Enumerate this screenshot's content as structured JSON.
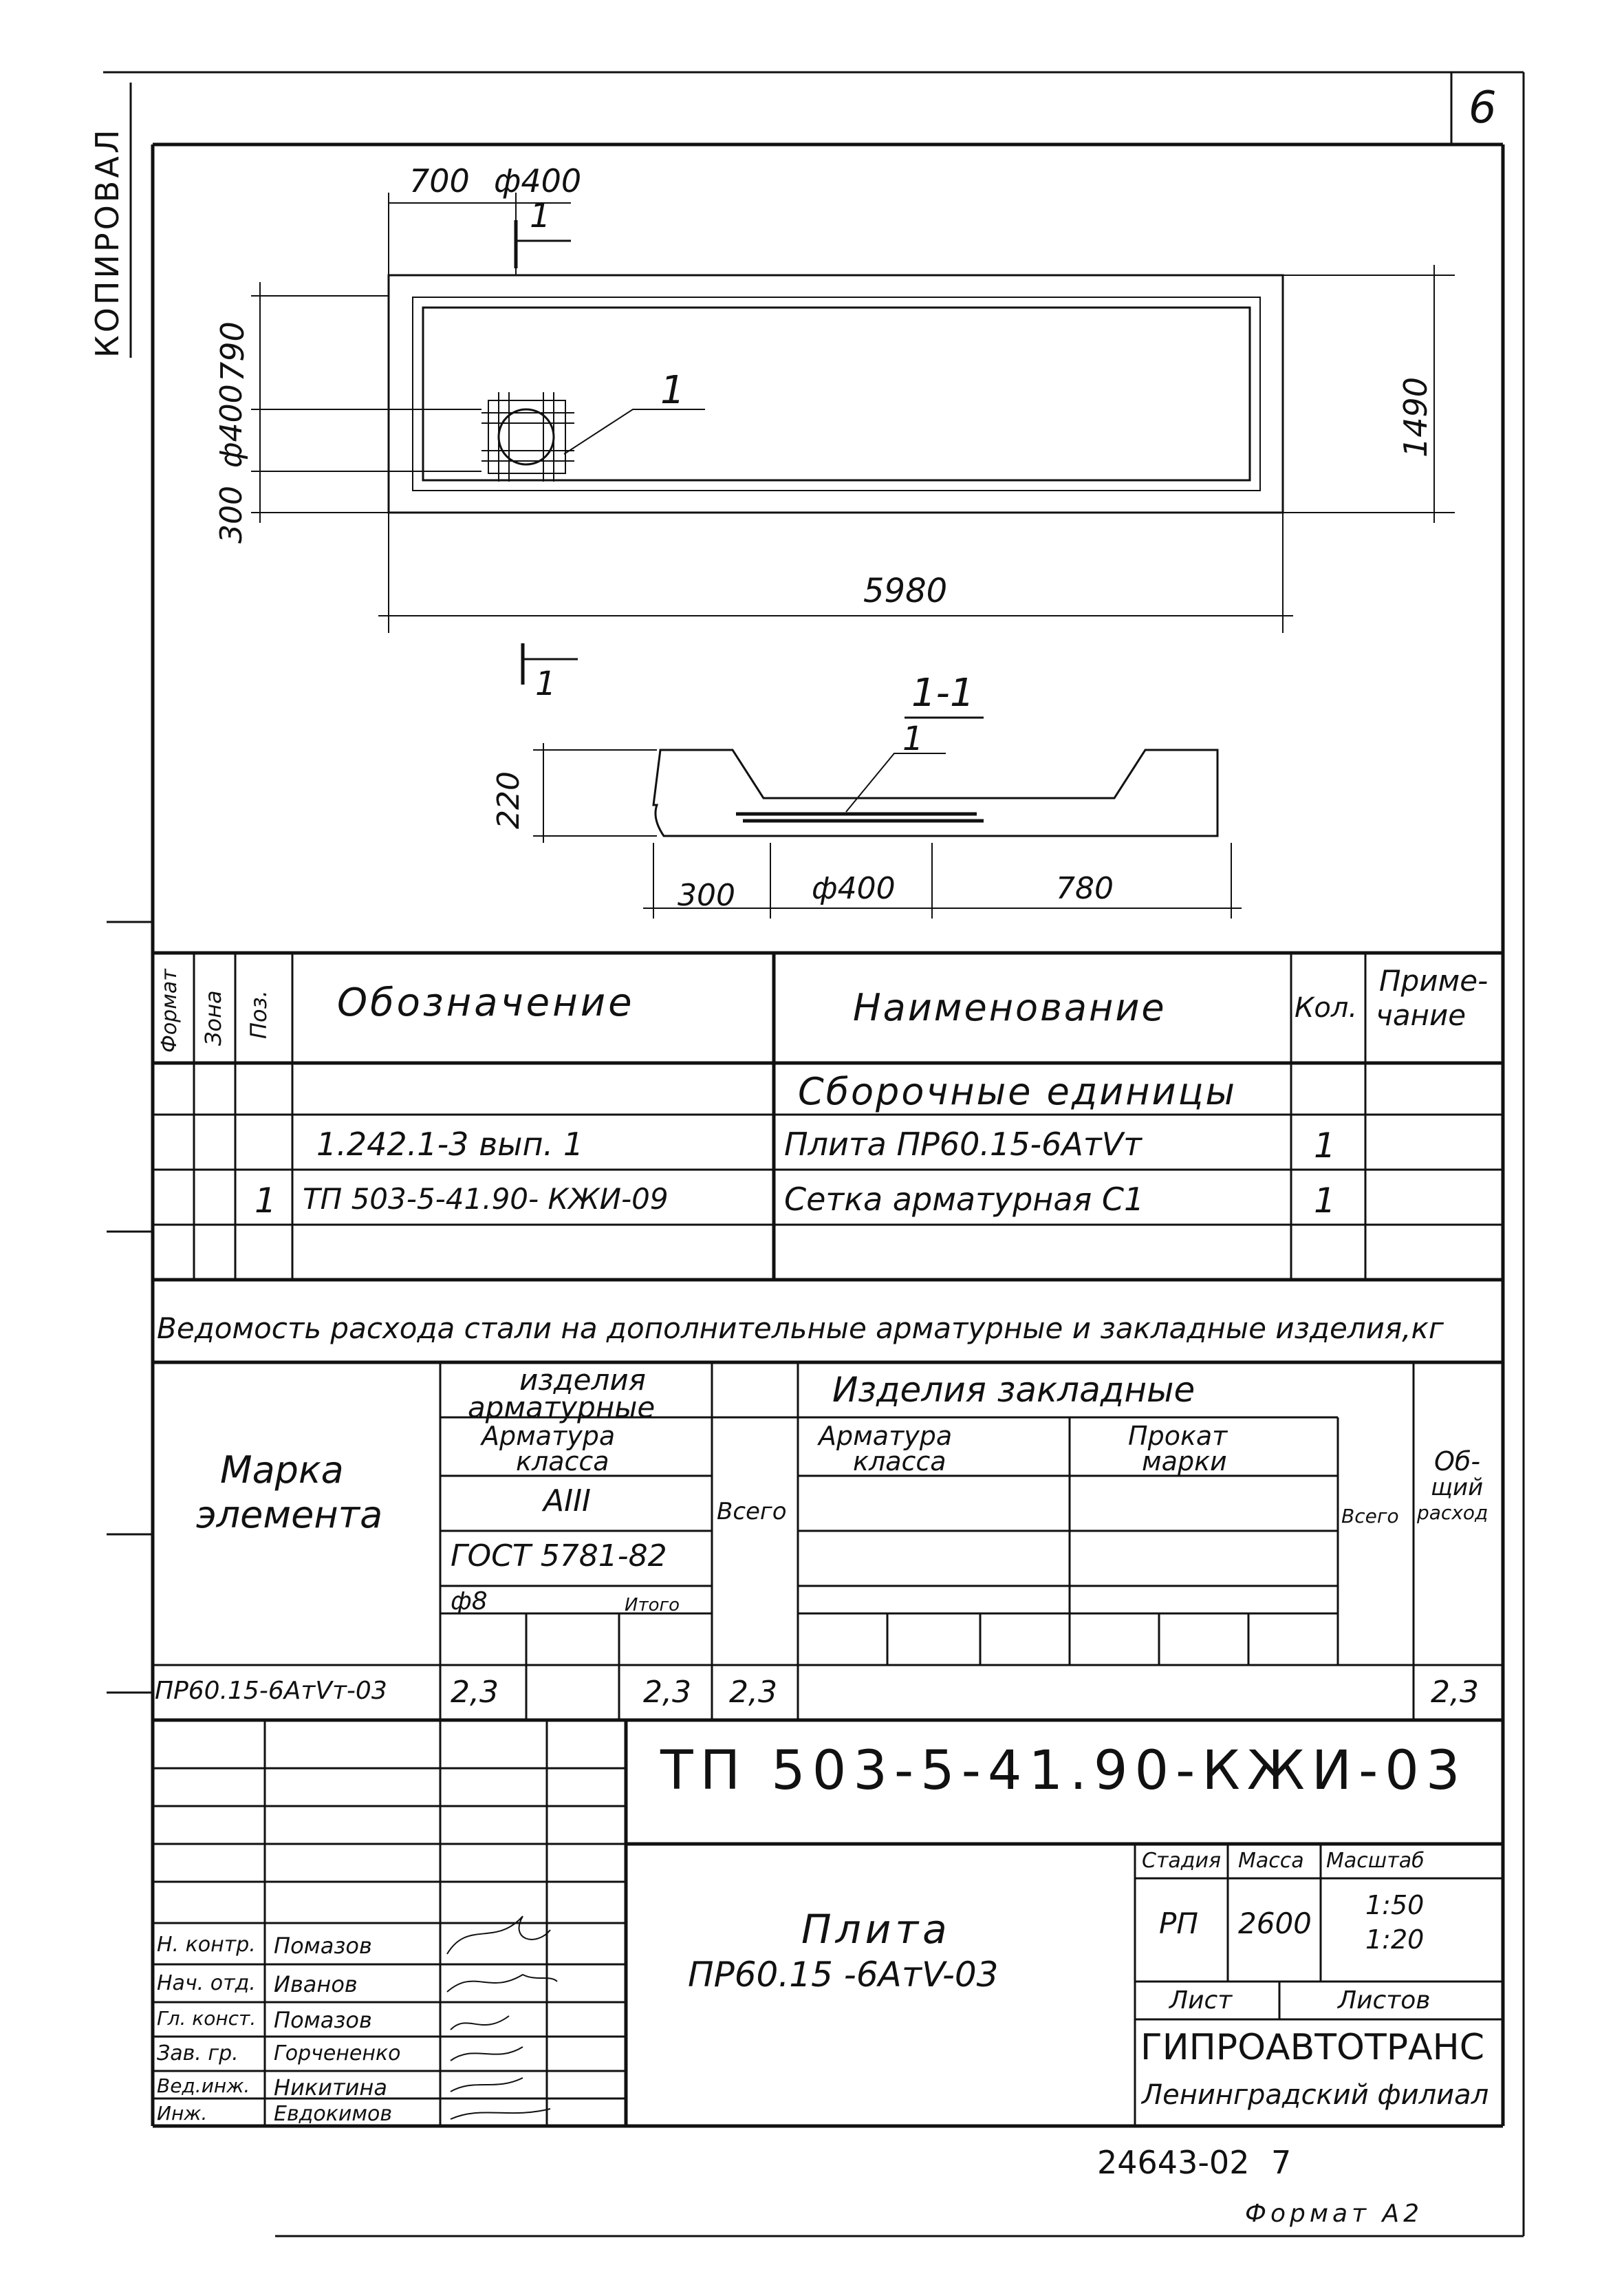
{
  "sheet_number": "6",
  "drawing": {
    "plan": {
      "dim_700": "700",
      "dim_phi400_top": "ф400",
      "section_mark_top": "1",
      "dim_790": "790",
      "dim_phi400_left": "ф400",
      "dim_300_left": "300",
      "dim_1490": "1490",
      "dim_5980": "5980",
      "callout_1": "1",
      "section_mark_bottom": "1"
    },
    "section": {
      "title": "1-1",
      "callout_1": "1",
      "dim_220": "220",
      "dim_300": "300",
      "dim_phi400": "ф400",
      "dim_780": "780"
    }
  },
  "spec": {
    "headers": {
      "format": "Формат",
      "zone": "Зона",
      "pos": "Поз.",
      "designation": "Обозначение",
      "name": "Наименование",
      "qty": "Кол.",
      "note_line1": "Приме-",
      "note_line2": "чание"
    },
    "section_title": "Сборочные единицы",
    "rows": [
      {
        "pos": "",
        "designation": "1.242.1-3   вып. 1",
        "name": "Плита  ПР60.15-6АтVт",
        "qty": "1"
      },
      {
        "pos": "1",
        "designation": "ТП 503-5-41.90- КЖИ-09",
        "name": "Сетка  арматурная  С1",
        "qty": "1"
      }
    ]
  },
  "steel": {
    "title": "Ведомость расхода стали на дополнительные арматурные и закладные изделия,кг",
    "mark_header_line1": "Марка",
    "mark_header_line2": "элемента",
    "reinf_items_line1": "изделия",
    "reinf_items_line2": "арматурные",
    "reinf_class_line1": "Арматура",
    "reinf_class_line2": "класса",
    "class_a3": "АIII",
    "gost": "ГОСТ 5781-82",
    "phi8": "ф8",
    "itogo": "Итого",
    "vsego": "Всего",
    "embedded_items": "Изделия   закладные",
    "emb_reinf_line1": "Арматура",
    "emb_reinf_line2": "класса",
    "rolled_line1": "Прокат",
    "rolled_line2": "марки",
    "emb_vsego": "Всего",
    "total_line1": "Об-",
    "total_line2": "щий",
    "total_line3": "расход",
    "row": {
      "mark": "ПР60.15-6АтVт-03",
      "phi8": "2,3",
      "itogo": "2,3",
      "vsego": "2,3",
      "total": "2,3"
    }
  },
  "title_block": {
    "code": "ТП 503-5-41.90-КЖИ-03",
    "name_line1": "Плита",
    "name_line2": "ПР60.15 -6АтV-03",
    "stage_header": "Стадия",
    "mass_header": "Масса",
    "scale_header": "Масштаб",
    "stage": "РП",
    "mass": "2600",
    "scale_line1": "1:50",
    "scale_line2": "1:20",
    "sheet_label": "Лист",
    "sheets_label": "Листов",
    "org_line1": "ГИПРОАВТОТРАНС",
    "org_line2": "Ленинградский филиал",
    "signatures": [
      {
        "role": "Н. контр.",
        "name": "Помазов"
      },
      {
        "role": "Нач. отд.",
        "name": "Иванов"
      },
      {
        "role": "Гл. конст.",
        "name": "Помазов"
      },
      {
        "role": "Зав. гр.",
        "name": "Горчененко"
      },
      {
        "role": "Вед.инж.",
        "name": "Никитина"
      },
      {
        "role": "Инж.",
        "name": "Евдокимов"
      }
    ]
  },
  "footer": {
    "archive_number": "24643-02",
    "archive_sheet": "7",
    "format": "Формат А2"
  }
}
